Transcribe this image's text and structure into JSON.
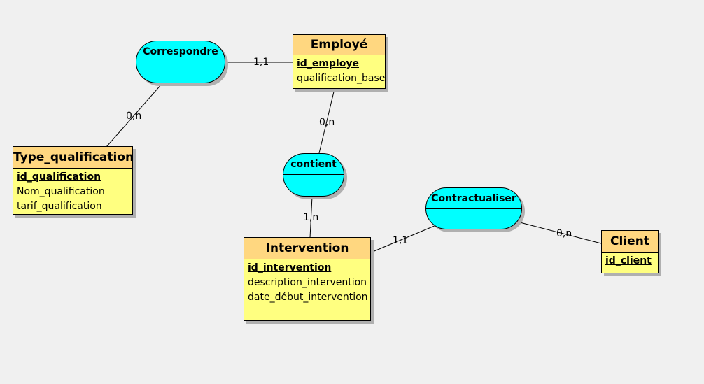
{
  "entities": {
    "employe": {
      "title": "Employé",
      "key": "id_employe",
      "attrs": [
        "qualification_base"
      ]
    },
    "type_qualification": {
      "title": "Type_qualification",
      "key": "id_qualification",
      "attrs": [
        "Nom_qualification",
        "tarif_qualification"
      ]
    },
    "intervention": {
      "title": "Intervention",
      "key": "id_intervention",
      "attrs": [
        "description_intervention",
        "date_début_intervention"
      ]
    },
    "client": {
      "title": "Client",
      "key": "id_client",
      "attrs": []
    }
  },
  "associations": {
    "correspondre": "Correspondre",
    "contient": "contient",
    "contractualiser": "Contractualiser"
  },
  "cardinalities": {
    "correspondre_employe": "1,1",
    "correspondre_type": "0,n",
    "contient_employe": "0,n",
    "contient_intervention": "1,n",
    "contractualiser_intervention": "1,1",
    "contractualiser_client": "0,n"
  },
  "colors": {
    "entity_head": "#ffd780",
    "entity_body": "#ffff80",
    "association": "#00ffff",
    "background": "#f0f0f0"
  }
}
